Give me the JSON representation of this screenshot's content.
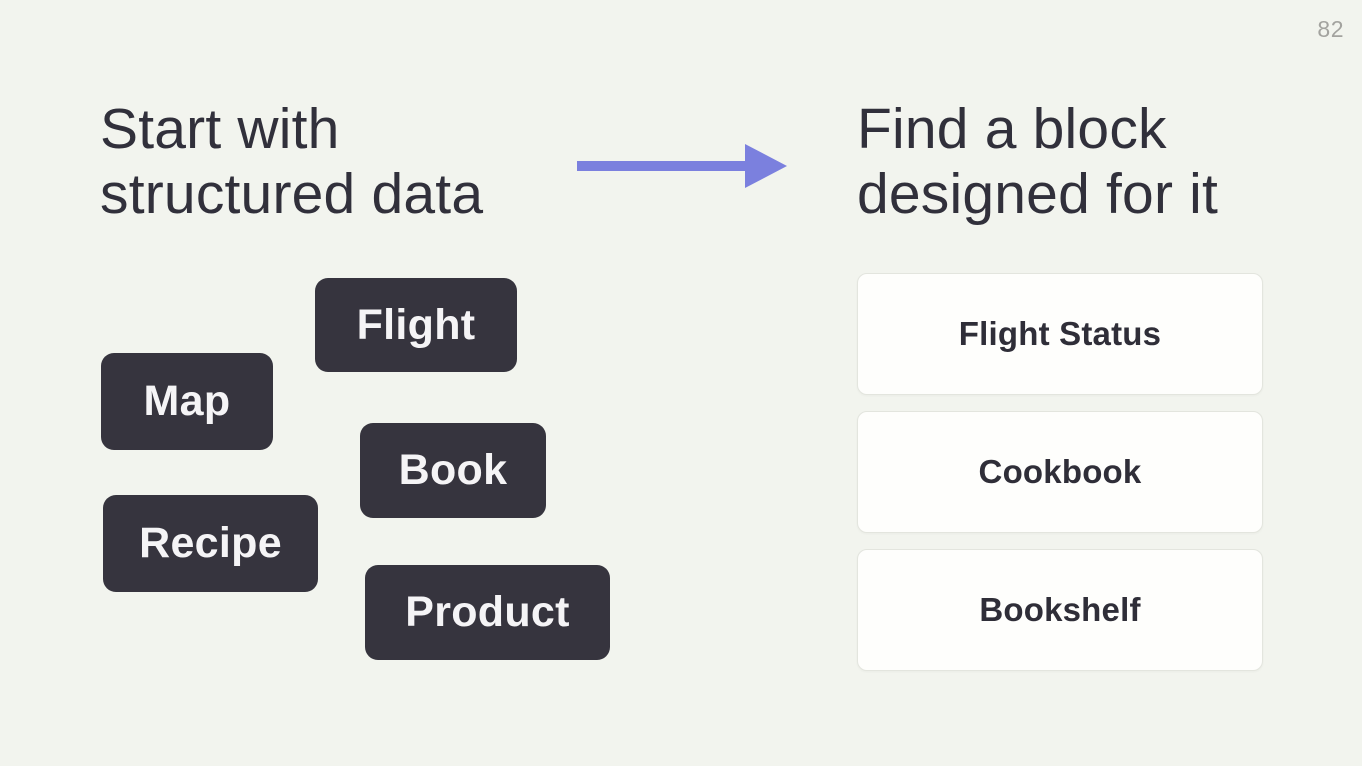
{
  "slide": {
    "page_number": "82",
    "left": {
      "heading_line1": "Start with",
      "heading_line2": "structured data",
      "chips": [
        {
          "label": "Flight"
        },
        {
          "label": "Map"
        },
        {
          "label": "Book"
        },
        {
          "label": "Recipe"
        },
        {
          "label": "Product"
        }
      ]
    },
    "arrow_icon": "right-arrow",
    "right": {
      "heading_line1": "Find a block",
      "heading_line2": "designed for it",
      "cards": [
        {
          "label": "Flight Status"
        },
        {
          "label": "Cookbook"
        },
        {
          "label": "Bookshelf"
        }
      ]
    },
    "colors": {
      "background": "#f2f4ee",
      "chip_bg": "#36343e",
      "chip_text": "#f5f4f6",
      "card_bg": "#fefefc",
      "card_border": "#e3e5de",
      "card_text": "#2f2e38",
      "heading_text": "#31303b",
      "arrow": "#7b80de",
      "page_number": "#a3a39f"
    }
  }
}
